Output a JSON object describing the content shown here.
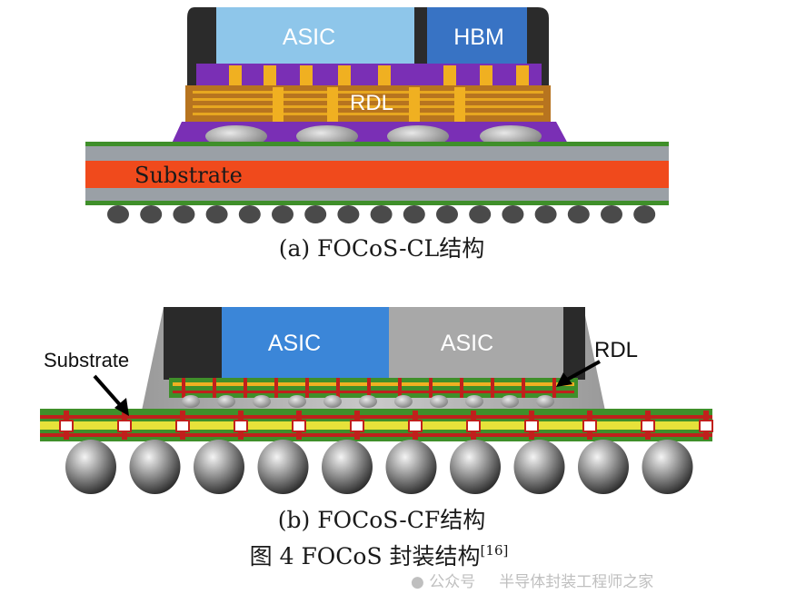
{
  "diagram_a": {
    "labels": {
      "asic": "ASIC",
      "hbm": "HBM",
      "rdl": "RDL",
      "substrate": "Substrate"
    },
    "caption": "(a) FOCoS-CL结构"
  },
  "diagram_b": {
    "labels": {
      "asic_left": "ASIC",
      "asic_right": "ASIC",
      "rdl": "RDL",
      "substrate": "Substrate"
    },
    "caption": "(b) FOCoS-CF结构"
  },
  "figure_caption": "图 4 FOCoS 封装结构",
  "figure_ref": "[16]",
  "watermark": {
    "prefix": "公众号",
    "name": "半导体封装工程师之家"
  },
  "colors": {
    "asic_a": "#8ec6ea",
    "hbm": "#3873c4",
    "mold_dark": "#2b2b2b",
    "purple": "#7a2fb5",
    "rdl_brown": "#b7741f",
    "rdl_gold": "#f0b021",
    "substrate_red": "#f04a1c",
    "substrate_gray": "#9aa0a6",
    "asic_b": "#3b86d8",
    "asic_b_gray": "#a8a8a8",
    "green": "#3f8f2a",
    "yellow": "#e6e23a",
    "trace_red": "#c0201c"
  }
}
